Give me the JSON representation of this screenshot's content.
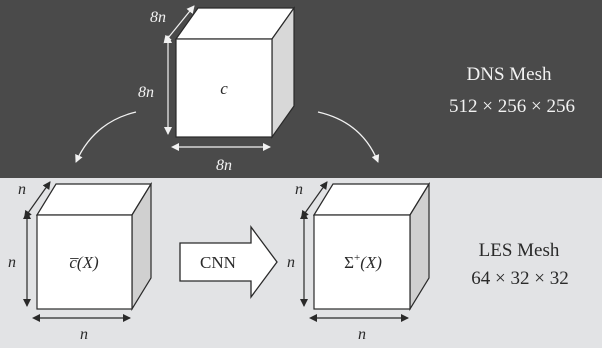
{
  "dns": {
    "cube_label": "c",
    "dim_depth": "8n",
    "dim_height": "8n",
    "dim_width": "8n",
    "title": "DNS Mesh",
    "size": "512 × 256 × 256"
  },
  "les": {
    "left_cube": {
      "label_main": "c̅",
      "label_arg": "(X)",
      "dim_depth": "n",
      "dim_height": "n",
      "dim_width": "n"
    },
    "right_cube": {
      "label_main": "Σ",
      "label_sup": "+",
      "label_arg": "(X)",
      "dim_depth": "n",
      "dim_height": "n",
      "dim_width": "n"
    },
    "arrow_label": "CNN",
    "title": "LES Mesh",
    "size": "64 × 32 × 32"
  },
  "colors": {
    "top_band": "#4a4a4a",
    "bottom_band": "#e2e3e5",
    "text_dark": "#2a2a2a",
    "text_light": "#f2f2f2"
  }
}
